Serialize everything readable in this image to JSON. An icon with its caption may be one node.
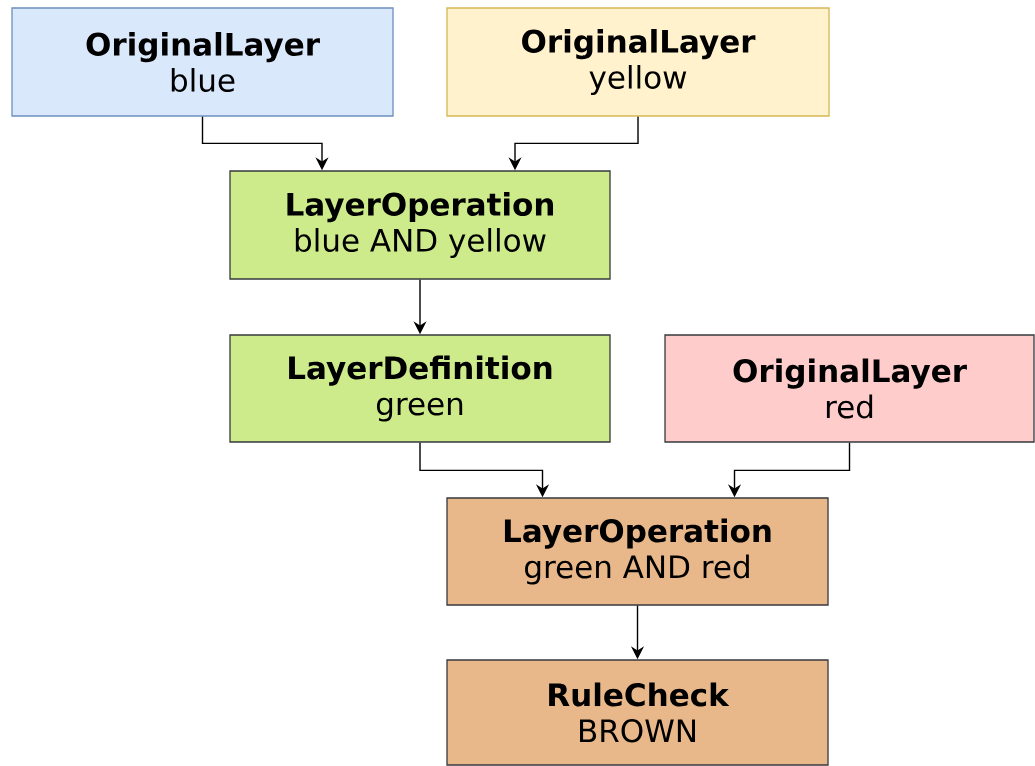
{
  "diagram": {
    "nodes": [
      {
        "text": [
          "OriginalLayer",
          "blue"
        ]
      },
      {
        "text": [
          "OriginalLayer",
          "yellow"
        ]
      },
      {
        "text": [
          "LayerOperation",
          "blue AND yellow"
        ]
      },
      {
        "text": [
          "LayerDefinition",
          "green"
        ]
      },
      {
        "text": [
          "OriginalLayer",
          "red"
        ]
      },
      {
        "text": [
          "LayerOperation",
          "green AND red"
        ]
      },
      {
        "text": [
          "RuleCheck",
          "BROWN"
        ]
      }
    ],
    "edges": [
      {
        "from": 0,
        "to": 2,
        "arrow": "to"
      },
      {
        "from": 1,
        "to": 2,
        "arrow": "to"
      },
      {
        "from": 2,
        "to": 3,
        "arrow": "to"
      },
      {
        "from": 3,
        "to": 5,
        "arrow": "to"
      },
      {
        "from": 4,
        "to": 5,
        "arrow": "to"
      },
      {
        "from": 5,
        "to": 6,
        "arrow": "to"
      }
    ]
  }
}
